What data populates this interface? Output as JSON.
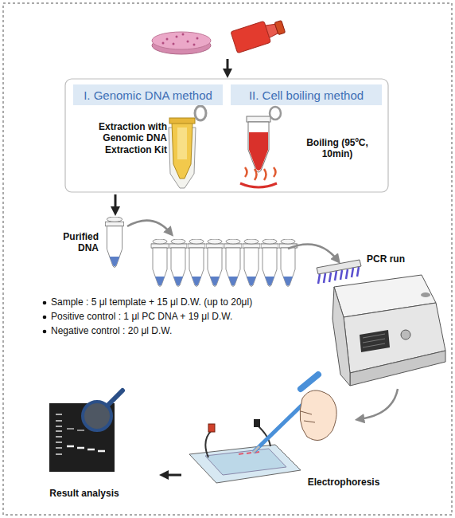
{
  "diagram": {
    "nodes": [
      {
        "text": [
          "I. Genomic DNA method"
        ]
      },
      {
        "text": [
          "II. Cell boiling method"
        ]
      }
    ],
    "labels": [
      "Extraction with Genomic DNA Extraction Kit",
      "Boiling (95ºC, 10min)",
      "Purified DNA",
      "PCR run",
      "Sample : 5 μl template + 15 μl D.W. (up to 20μl)",
      "Positive control : 1 μl PC DNA + 19 μl D.W.",
      "Negative control : 20 μl D.W.",
      "Electrophoresis",
      "Result analysis"
    ]
  }
}
